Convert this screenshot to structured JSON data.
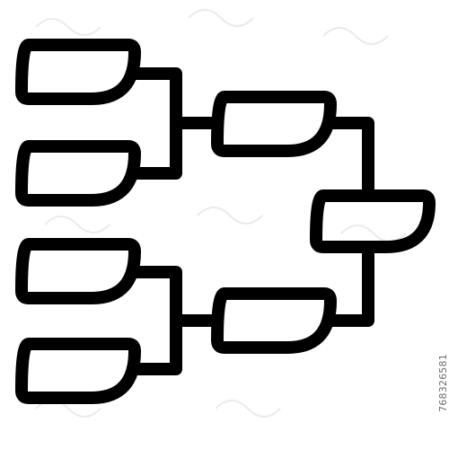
{
  "icon": {
    "name": "tournament-bracket-icon",
    "stroke_color": "#000000",
    "background_color": "#ffffff",
    "boxes": [
      {
        "round": 1,
        "index": 1
      },
      {
        "round": 1,
        "index": 2
      },
      {
        "round": 1,
        "index": 3
      },
      {
        "round": 1,
        "index": 4
      },
      {
        "round": 2,
        "index": 1
      },
      {
        "round": 2,
        "index": 2
      },
      {
        "round": 3,
        "index": 1
      }
    ]
  },
  "watermark": {
    "stock_id": "768326581",
    "overlay_color": "#d9d9d9"
  }
}
